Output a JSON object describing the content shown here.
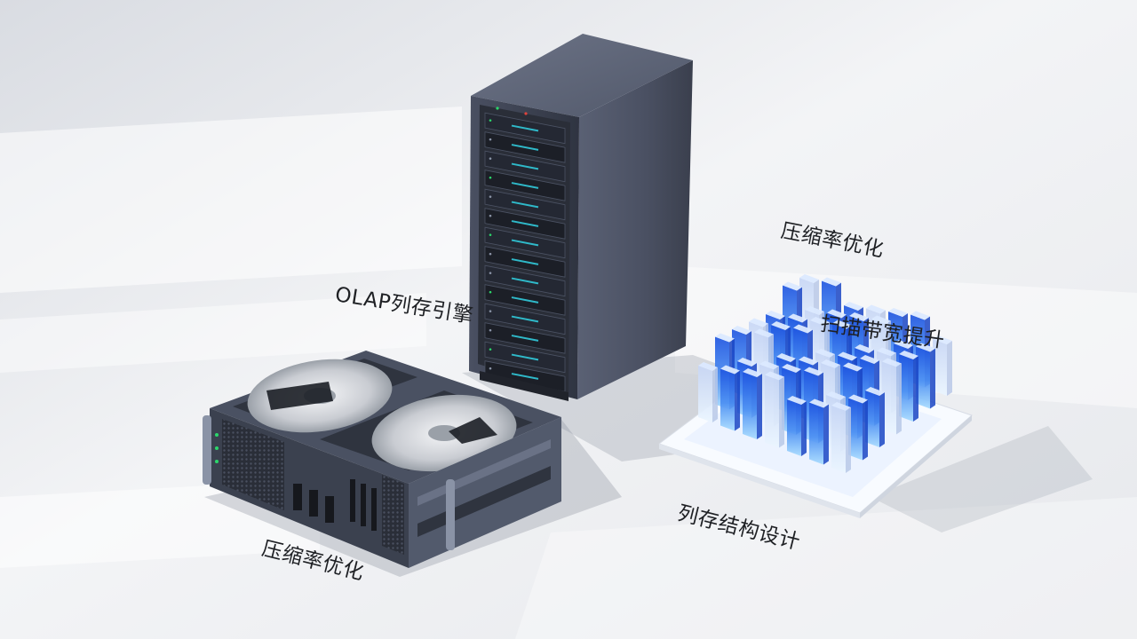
{
  "labels": {
    "olap_engine": "OLAP列存引擎",
    "compression_top": "压缩率优化",
    "scan_bandwidth": "扫描带宽提升",
    "columnar_design": "列存结构设计",
    "compression_bottom": "压缩率优化"
  },
  "colors": {
    "background": "#eceef2",
    "rack_body": "#3d4352",
    "drive_slot": "#1c1f27",
    "led_green": "#2bd66a",
    "led_red": "#e0433b",
    "column_blue": "#2f6bef",
    "column_light": "#bfe3ff"
  }
}
